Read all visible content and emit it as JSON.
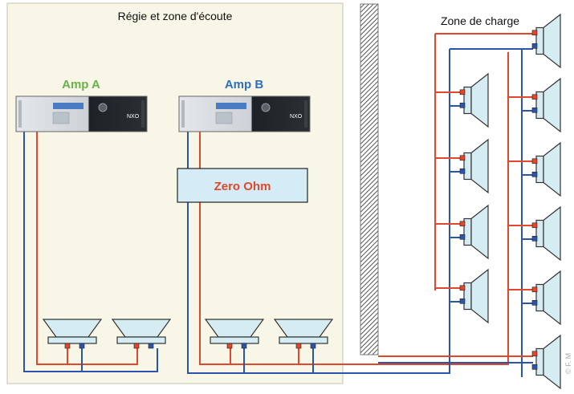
{
  "control_room": {
    "title": "Régie et zone d'écoute"
  },
  "amp_a": {
    "label": "Amp A",
    "label_color": "#6ab04c"
  },
  "amp_b": {
    "label": "Amp B",
    "label_color": "#2f6fba"
  },
  "zero_ohm": {
    "label": "Zero Ohm",
    "label_color": "#e2462b"
  },
  "load_zone": {
    "title": "Zone de charge"
  },
  "watermark": {
    "text": "© F. M"
  },
  "colors": {
    "room_fill": "#f8f6e6",
    "room_border": "#c4c4b0",
    "wire_red": "#e2462b",
    "wire_blue": "#2b55a8",
    "speaker_fill": "#d6ecf3",
    "speaker_stroke": "#333333",
    "zero_ohm_fill": "#d3ecf5"
  }
}
